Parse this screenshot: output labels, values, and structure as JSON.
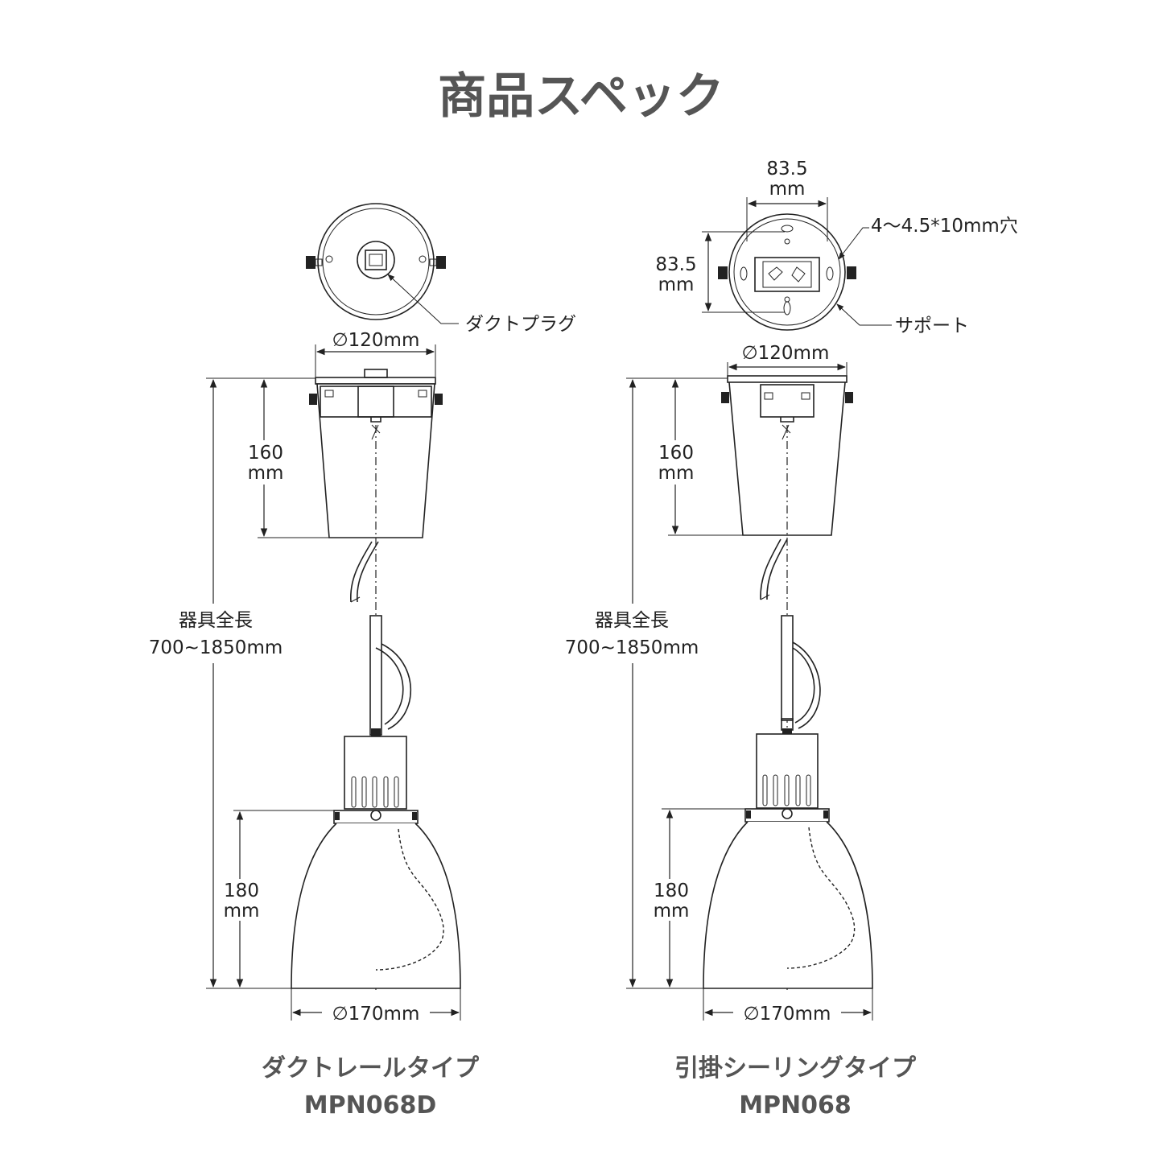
{
  "title": "商品スペック",
  "left": {
    "plug_label": "ダクトプラグ",
    "diameter_top": "∅120mm",
    "height_canopy": [
      "160",
      "mm"
    ],
    "total_length": [
      "器具全長",
      "700~1850mm"
    ],
    "height_shade": [
      "180",
      "mm"
    ],
    "diameter_shade": "∅170mm",
    "type_name": "ダクトレールタイプ",
    "model": "MPN068D"
  },
  "right": {
    "width_dim": [
      "83.5",
      "mm"
    ],
    "height_dim": [
      "83.5",
      "mm"
    ],
    "hole_label": "4～4.5*10mm穴",
    "support_label": "サポート",
    "diameter_top": "∅120mm",
    "height_canopy": [
      "160",
      "mm"
    ],
    "total_length": [
      "器具全長",
      "700~1850mm"
    ],
    "height_shade": [
      "180",
      "mm"
    ],
    "diameter_shade": "∅170mm",
    "type_name": "引掛シーリングタイプ",
    "model": "MPN068"
  }
}
